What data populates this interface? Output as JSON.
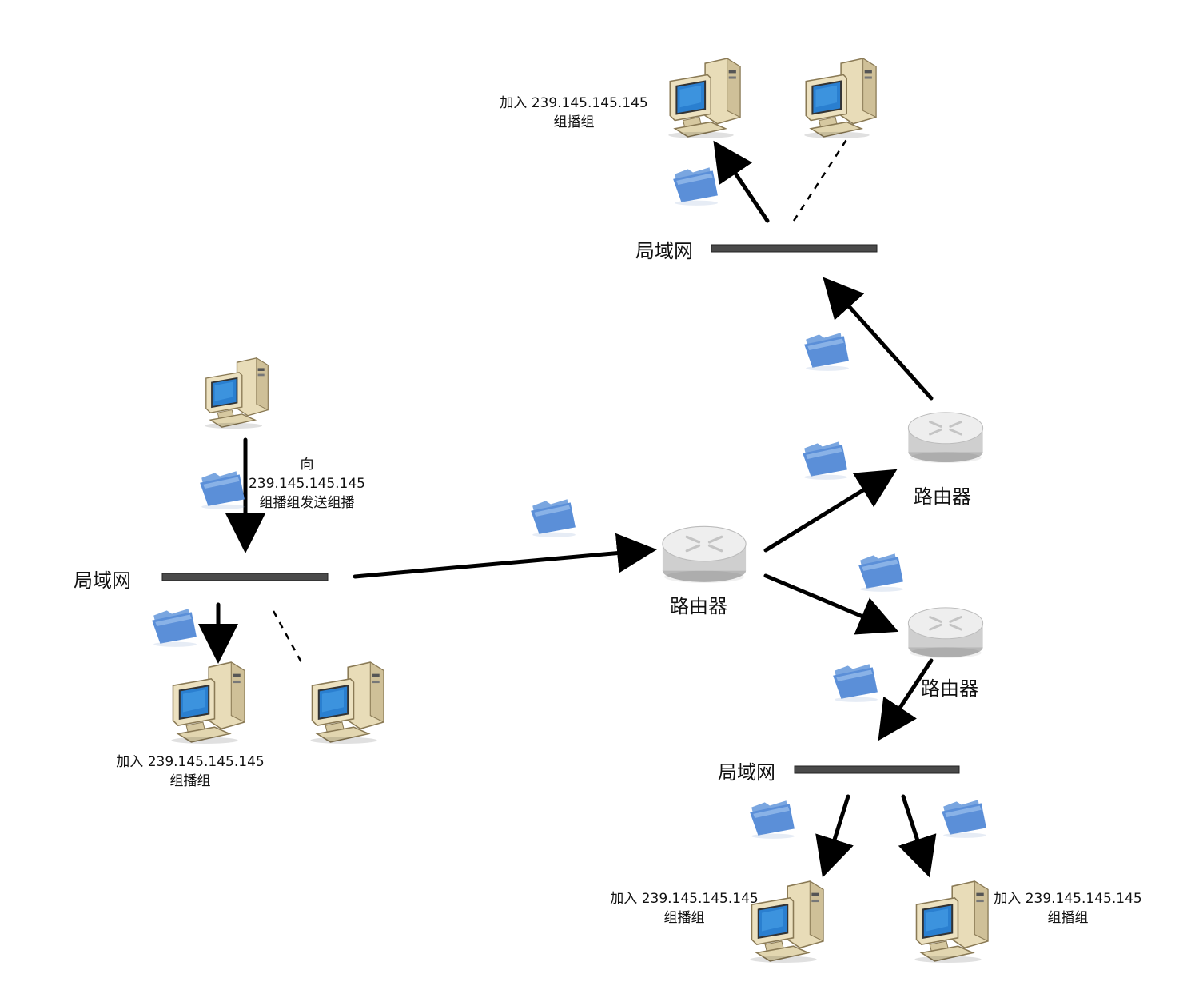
{
  "labels": {
    "lan": "局域网",
    "router": "路由器",
    "join_line1": "加入 239.145.145.145",
    "join_line2": "组播组",
    "send_line1": "向",
    "send_line2": "239.145.145.145",
    "send_line3": "组播组发送组播"
  },
  "icons": {
    "computer": "computer-icon",
    "router": "router-icon",
    "folder": "folder-icon"
  },
  "colors": {
    "lan_bar": "#4a4a4a",
    "arrow": "#000000",
    "folder": "#5a8ed6",
    "router_body": "#d9d9d9",
    "computer_body": "#e6d9b3",
    "screen": "#2a7fd0"
  }
}
